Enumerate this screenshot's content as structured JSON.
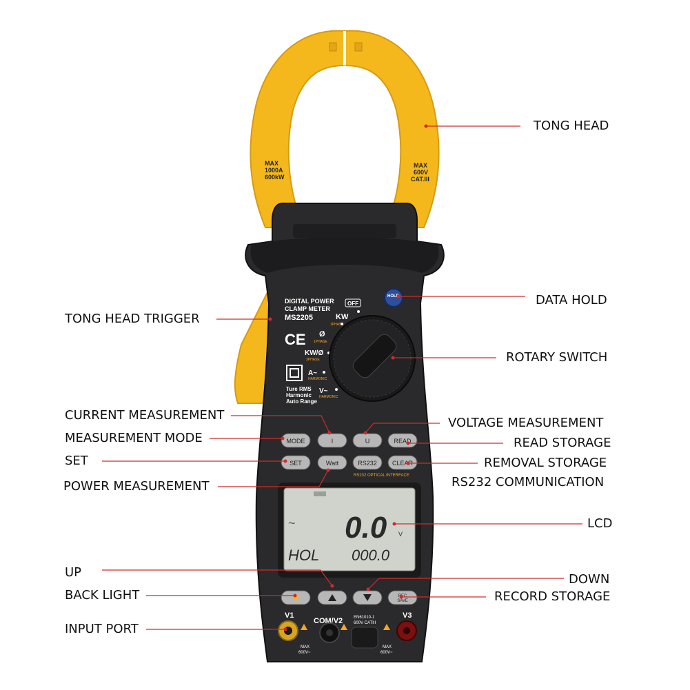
{
  "callouts": {
    "tong_head": "TONG HEAD",
    "data_hold": "DATA HOLD",
    "tong_head_trigger": "TONG HEAD TRIGGER",
    "rotary_switch": "ROTARY SWITCH",
    "current_measurement": "CURRENT MEASUREMENT",
    "voltage_measurement": "VOLTAGE MEASUREMENT",
    "measurement_mode": "MEASUREMENT MODE",
    "read_storage": "READ STORAGE",
    "set": "SET",
    "removal_storage": "REMOVAL STORAGE",
    "rs232_communication": "RS232 COMMUNICATION",
    "power_measurement": "POWER MEASUREMENT",
    "lcd": "LCD",
    "up": "UP",
    "down": "DOWN",
    "back_light": "BACK LIGHT",
    "record_storage": "RECORD STORAGE",
    "input_port": "INPUT PORT"
  },
  "device": {
    "clamp_left_l1": "MAX",
    "clamp_left_l2": "1000A",
    "clamp_left_l3": "600kW",
    "clamp_right_l1": "MAX",
    "clamp_right_l2": "600V",
    "clamp_right_l3": "CAT.III",
    "brand_l1": "DIGITAL POWER",
    "brand_l2": "CLAMP METER",
    "model": "MS2205",
    "ce": "CE",
    "features_l1": "Ture RMS",
    "features_l2": "Harmonic",
    "features_l3": "Auto Range",
    "off": "OFF",
    "dial_kw": "KW",
    "dial_kw_sub": "1PHASE",
    "dial_phi": "Ø",
    "dial_phi_sub": "1PHASE",
    "dial_kwphi": "KW/Ø",
    "dial_kwphi_sub": "3PHASE",
    "dial_a": "A~",
    "dial_a_sub": "HARMONIC",
    "dial_v": "V~",
    "dial_v_sub": "HARMONIC",
    "hold_button": "HOLD",
    "btn_mode": "MODE",
    "btn_i": "I",
    "btn_u": "U",
    "btn_read": "READ",
    "btn_set": "SET",
    "btn_watt": "Watt",
    "btn_rs232": "RS232",
    "btn_clear": "CLEAR",
    "optical": "RS232 OPTICAL INTERFACE",
    "lcd_main": "0.0",
    "lcd_unit": "V",
    "lcd_hold": "HOL",
    "lcd_sub": "000.0",
    "lcd_tilde": "~",
    "btn_rec": "REC",
    "btn_save": "SAVE",
    "v1": "V1",
    "v3": "V3",
    "com": "COM/V2",
    "std_l1": "EN61010-1",
    "std_l2": "600V CATIII",
    "max_l": "MAX",
    "max_l2": "600V~",
    "max_r": "MAX",
    "max_r2": "600V~"
  },
  "colors": {
    "clamp": "#f5b81c",
    "body": "#2a2a2c",
    "accent_red": "#d12a2a"
  }
}
